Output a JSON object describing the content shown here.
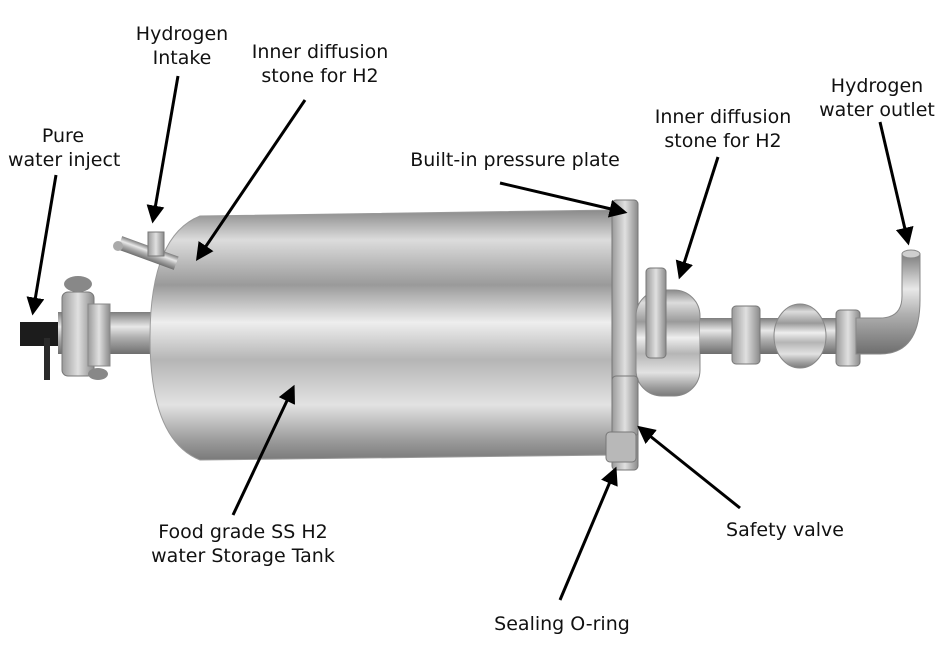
{
  "labels": {
    "pure_water": [
      "Pure",
      "water inject"
    ],
    "hydrogen_intake": [
      "Hydrogen",
      "Intake"
    ],
    "diffusion_left": [
      "Inner diffusion",
      "stone for H2"
    ],
    "pressure_plate": "Built-in pressure plate",
    "diffusion_right": [
      "Inner diffusion",
      "stone for H2"
    ],
    "hydrogen_outlet": [
      "Hydrogen",
      "water outlet"
    ],
    "storage_tank": [
      "Food grade SS H2",
      "water Storage Tank"
    ],
    "safety_valve": "Safety valve",
    "sealing_oring": "Sealing O-ring"
  },
  "colors": {
    "steel_light": "#e6e6e6",
    "steel_mid": "#a8a8a8",
    "steel_dark": "#6a6a6a",
    "arrow": "#000000",
    "black_cap": "#1c1c1c"
  }
}
